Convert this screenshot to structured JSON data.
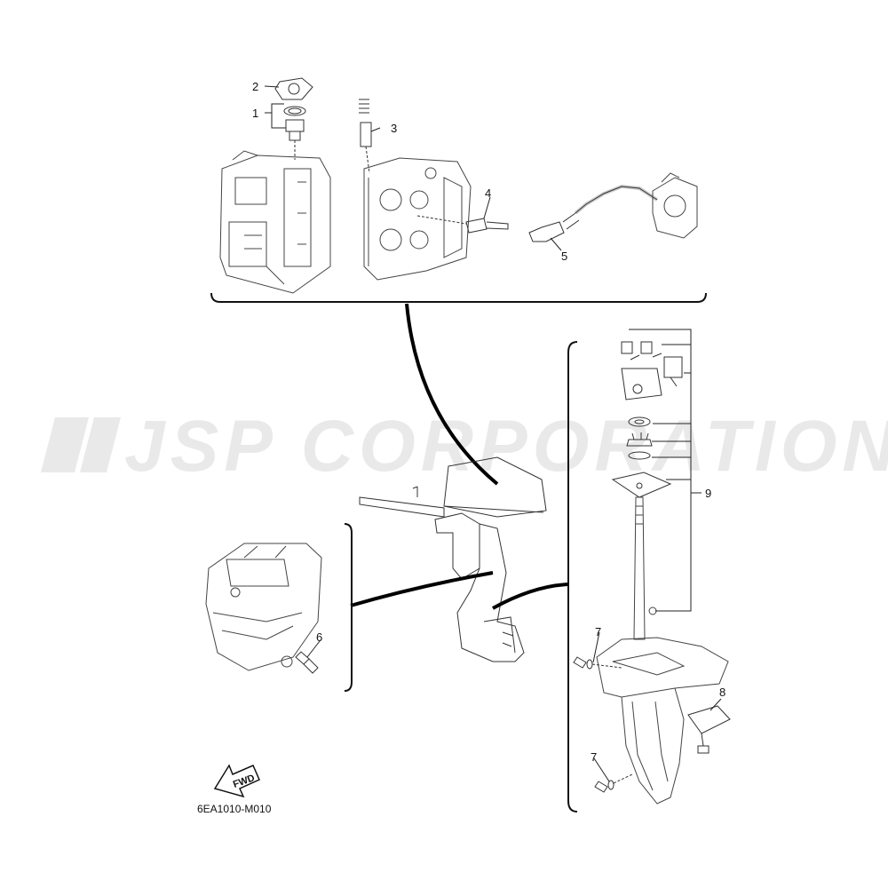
{
  "watermark": {
    "text": "JSP CORPORATION"
  },
  "diagram_code": "6EA1010-M010",
  "fwd_label": "FWD",
  "callouts": [
    "1",
    "2",
    "3",
    "4",
    "5",
    "6",
    "7",
    "7",
    "8",
    "9"
  ]
}
